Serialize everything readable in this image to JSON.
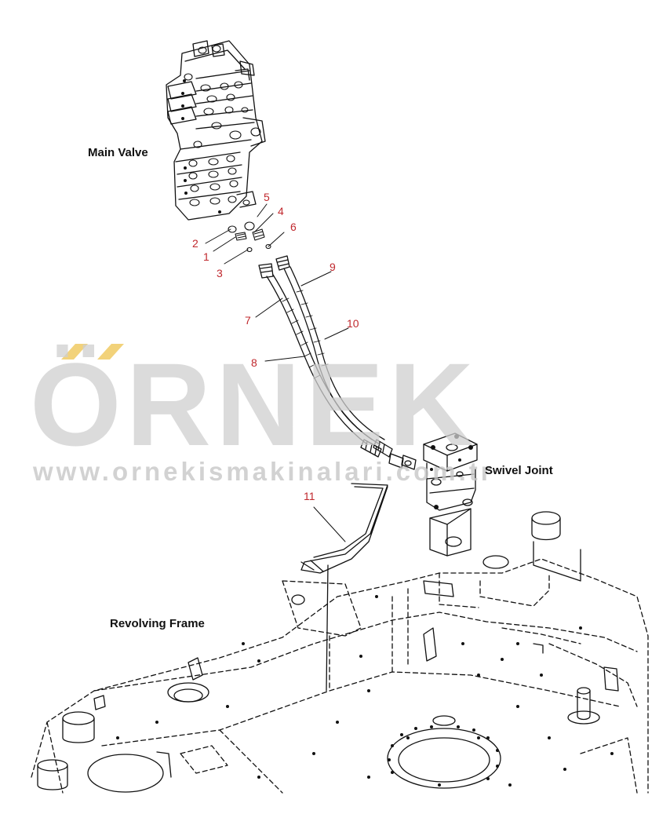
{
  "labels": {
    "main_valve": "Main Valve",
    "swivel_joint": "Swivel Joint",
    "revolving_frame": "Revolving Frame"
  },
  "callouts": [
    "1",
    "2",
    "3",
    "4",
    "5",
    "6",
    "7",
    "8",
    "9",
    "10",
    "11"
  ],
  "watermark": {
    "brand": "ÖRNEK",
    "url": "www.ornekismakinalari.com.tr",
    "accent_color": "#f2d27a"
  },
  "colors": {
    "line": "#111111",
    "callout_text": "#c0282d",
    "watermark": "#cfcfcf"
  }
}
